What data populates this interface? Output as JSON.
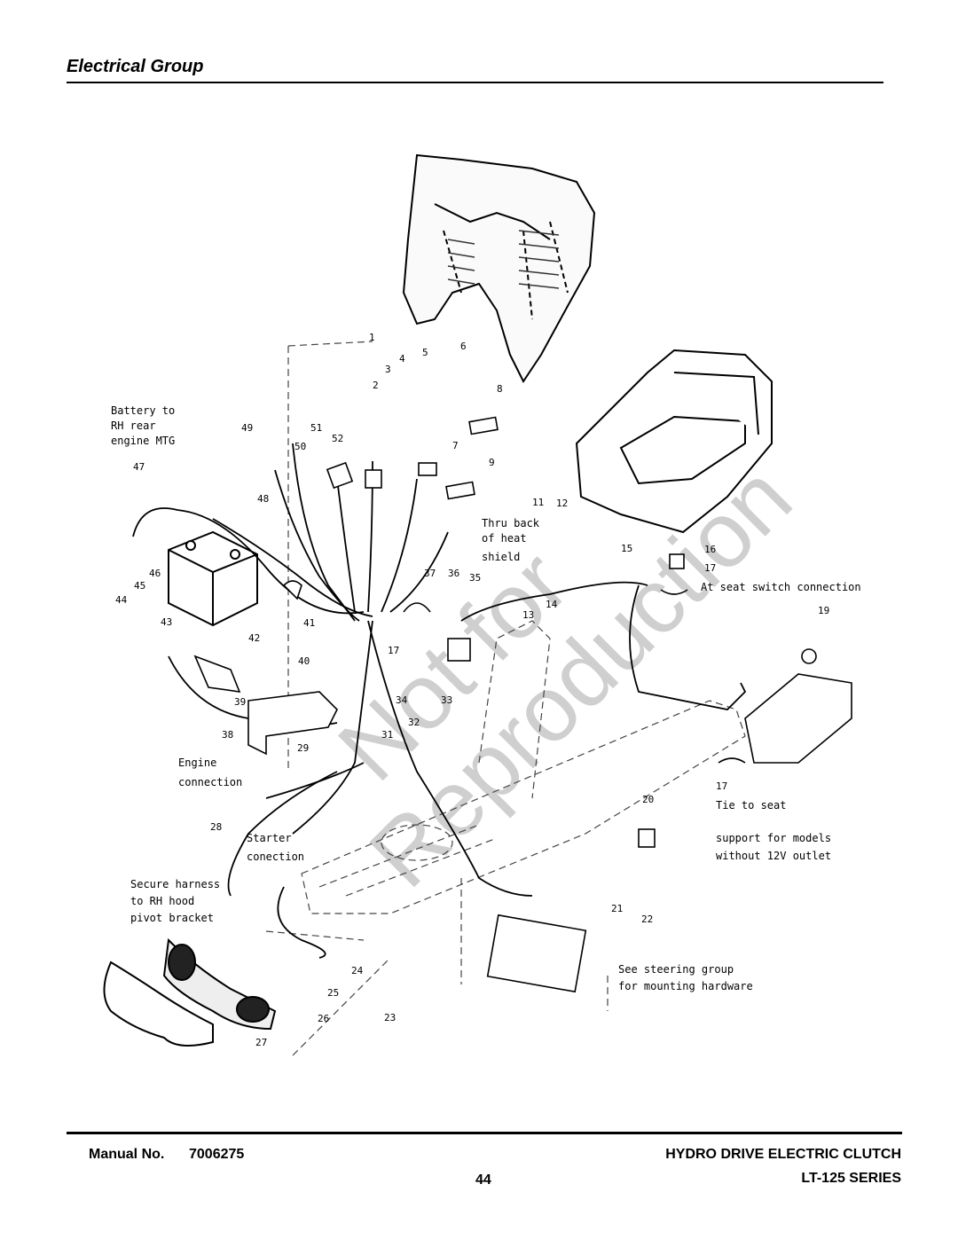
{
  "header": {
    "title": "Electrical Group"
  },
  "diagram": {
    "notes": {
      "battery": [
        "Battery to",
        "RH rear",
        "engine MTG"
      ],
      "heat_shield": [
        "Thru back",
        "of heat",
        "shield"
      ],
      "seat_switch": "At seat switch connection",
      "engine": [
        "Engine",
        "connection"
      ],
      "starter": [
        "Starter",
        "conection"
      ],
      "harness": [
        "Secure harness",
        "to RH hood",
        "pivot bracket"
      ],
      "tie": [
        "Tie to seat",
        "support for models",
        "without 12V outlet"
      ],
      "steering": [
        "See steering group",
        "for mounting hardware"
      ]
    },
    "callouts": [
      "1",
      "2",
      "3",
      "4",
      "5",
      "6",
      "7",
      "8",
      "9",
      "11",
      "12",
      "13",
      "14",
      "15",
      "16",
      "17",
      "17",
      "17",
      "19",
      "20",
      "21",
      "22",
      "23",
      "24",
      "25",
      "26",
      "27",
      "28",
      "29",
      "31",
      "32",
      "33",
      "34",
      "35",
      "36",
      "37",
      "38",
      "39",
      "40",
      "41",
      "42",
      "43",
      "44",
      "45",
      "46",
      "47",
      "48",
      "49",
      "50",
      "51",
      "52"
    ],
    "watermark": [
      "Not for",
      "Reproduction"
    ]
  },
  "footer": {
    "manual_label": "Manual No.",
    "manual_number": "7006275",
    "page": "44",
    "product": "HYDRO DRIVE ELECTRIC CLUTCH",
    "series": "LT-125 SERIES"
  }
}
